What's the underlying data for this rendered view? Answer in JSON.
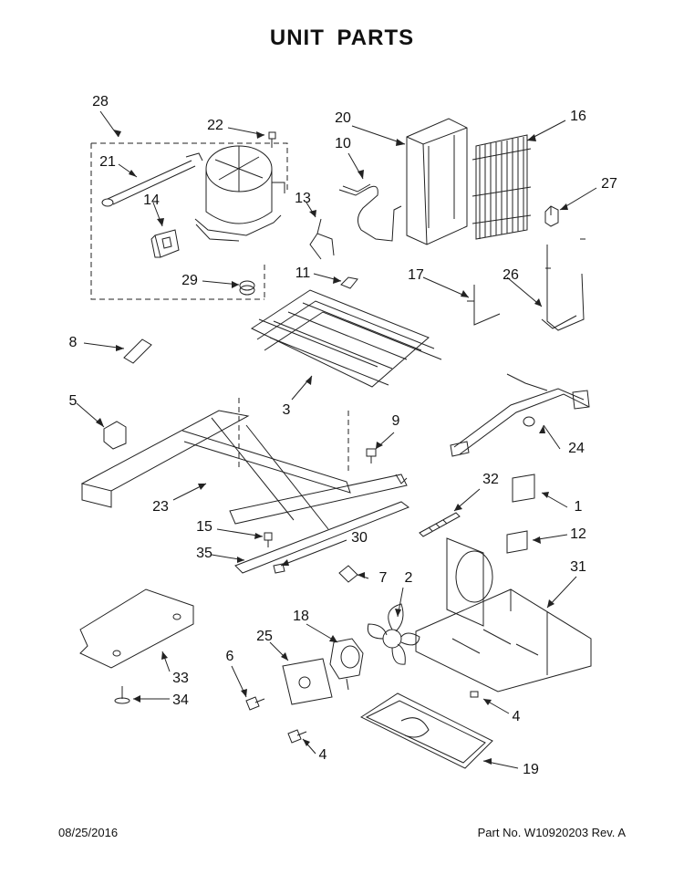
{
  "page": {
    "title": "UNIT  PARTS",
    "date": "08/25/2016",
    "part_number": "Part No.  W10920203  Rev.  A"
  },
  "callouts": [
    {
      "id": "c28",
      "text": "28"
    },
    {
      "id": "c22",
      "text": "22"
    },
    {
      "id": "c20",
      "text": "20"
    },
    {
      "id": "c10",
      "text": "10"
    },
    {
      "id": "c16",
      "text": "16"
    },
    {
      "id": "c21",
      "text": "21"
    },
    {
      "id": "c14",
      "text": "14"
    },
    {
      "id": "c13",
      "text": "13"
    },
    {
      "id": "c27",
      "text": "27"
    },
    {
      "id": "c11",
      "text": "11"
    },
    {
      "id": "c29",
      "text": "29"
    },
    {
      "id": "c17",
      "text": "17"
    },
    {
      "id": "c26",
      "text": "26"
    },
    {
      "id": "c8",
      "text": "8"
    },
    {
      "id": "c3",
      "text": "3"
    },
    {
      "id": "c5",
      "text": "5"
    },
    {
      "id": "c9",
      "text": "9"
    },
    {
      "id": "c24",
      "text": "24"
    },
    {
      "id": "c32",
      "text": "32"
    },
    {
      "id": "c23",
      "text": "23"
    },
    {
      "id": "c1",
      "text": "1"
    },
    {
      "id": "c15",
      "text": "15"
    },
    {
      "id": "c30",
      "text": "30"
    },
    {
      "id": "c12",
      "text": "12"
    },
    {
      "id": "c35",
      "text": "35"
    },
    {
      "id": "c7",
      "text": "7"
    },
    {
      "id": "c2",
      "text": "2"
    },
    {
      "id": "c31",
      "text": "31"
    },
    {
      "id": "c18",
      "text": "18"
    },
    {
      "id": "c25",
      "text": "25"
    },
    {
      "id": "c6",
      "text": "6"
    },
    {
      "id": "c33",
      "text": "33"
    },
    {
      "id": "c34",
      "text": "34"
    },
    {
      "id": "c4a",
      "text": "4"
    },
    {
      "id": "c4b",
      "text": "4"
    },
    {
      "id": "c19",
      "text": "19"
    }
  ]
}
